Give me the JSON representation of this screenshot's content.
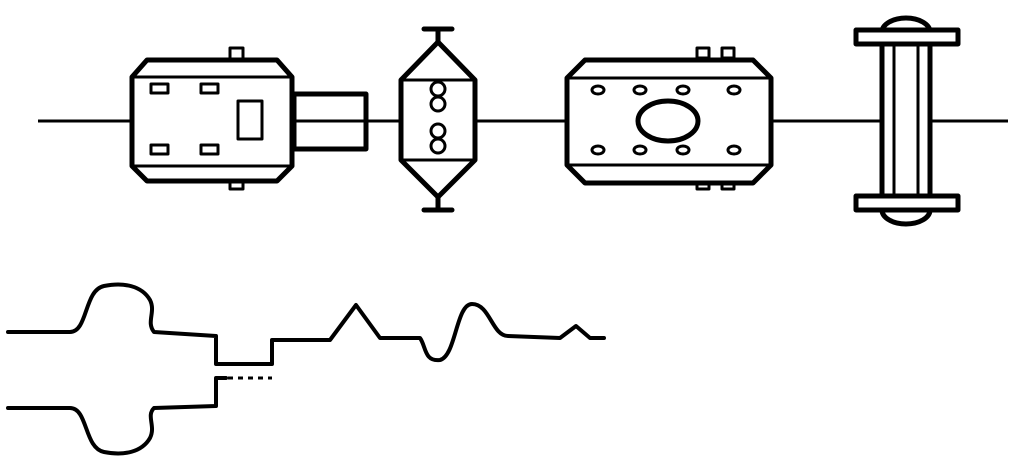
{
  "diagram": {
    "components": [
      {
        "id": "motor",
        "icon": "motor-with-coupling-icon"
      },
      {
        "id": "filter",
        "icon": "diamond-filter-icon"
      },
      {
        "id": "pump",
        "icon": "square-pump-icon"
      },
      {
        "id": "roll",
        "icon": "spool-roller-icon"
      }
    ],
    "colors": {
      "line": "#000000",
      "background": "#ffffff"
    }
  }
}
